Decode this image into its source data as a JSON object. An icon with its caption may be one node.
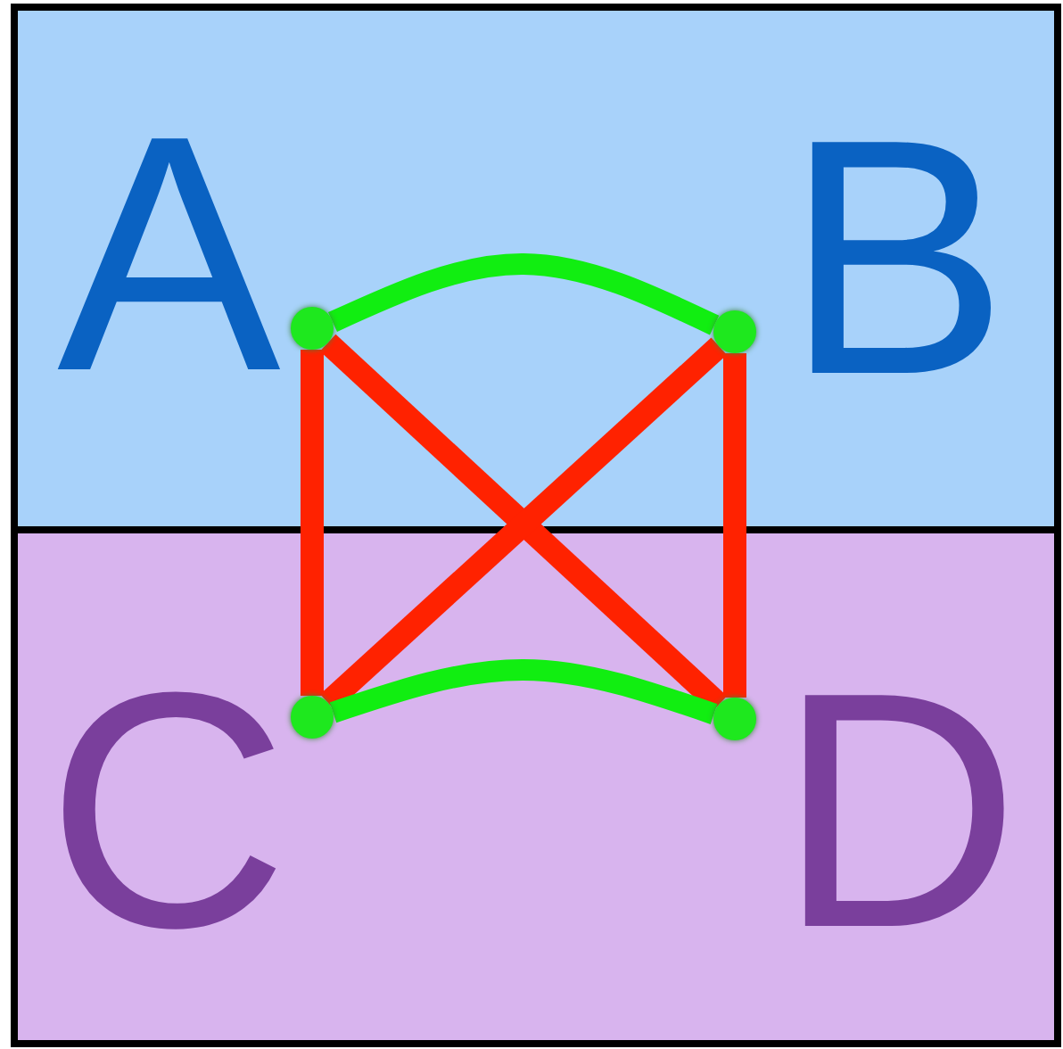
{
  "diagram": {
    "nodes": [
      {
        "text": [],
        "shape": "box"
      },
      {
        "text": [],
        "shape": "box"
      },
      {
        "text": [],
        "shape": "circle",
        "in": 0,
        "beside": [
          "A"
        ]
      },
      {
        "text": [],
        "shape": "circle",
        "in": 0,
        "beside": [
          "B"
        ]
      },
      {
        "text": [],
        "shape": "circle",
        "in": 1,
        "beside": [
          "C"
        ]
      },
      {
        "text": [],
        "shape": "circle",
        "in": 1,
        "beside": [
          "D"
        ]
      }
    ],
    "edges": [
      {
        "from": 2,
        "to": 3,
        "arrow": "none",
        "color": "#11ee11"
      },
      {
        "from": 2,
        "to": 4,
        "arrow": "none"
      },
      {
        "from": 2,
        "to": 5,
        "arrow": "none"
      },
      {
        "from": 3,
        "to": 4,
        "arrow": "none"
      },
      {
        "from": 3,
        "to": 5,
        "arrow": "none"
      },
      {
        "from": 4,
        "to": 5,
        "arrow": "none",
        "color": "#11ee11"
      }
    ]
  }
}
